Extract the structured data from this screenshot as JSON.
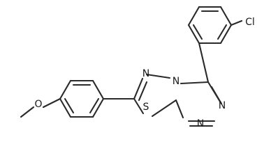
{
  "molecule": {
    "atoms": {
      "cl": "Cl",
      "o": "O",
      "s": "S",
      "n_upper": "N",
      "n_bridge": "N",
      "n_right": "N",
      "n_lower": "N"
    }
  }
}
